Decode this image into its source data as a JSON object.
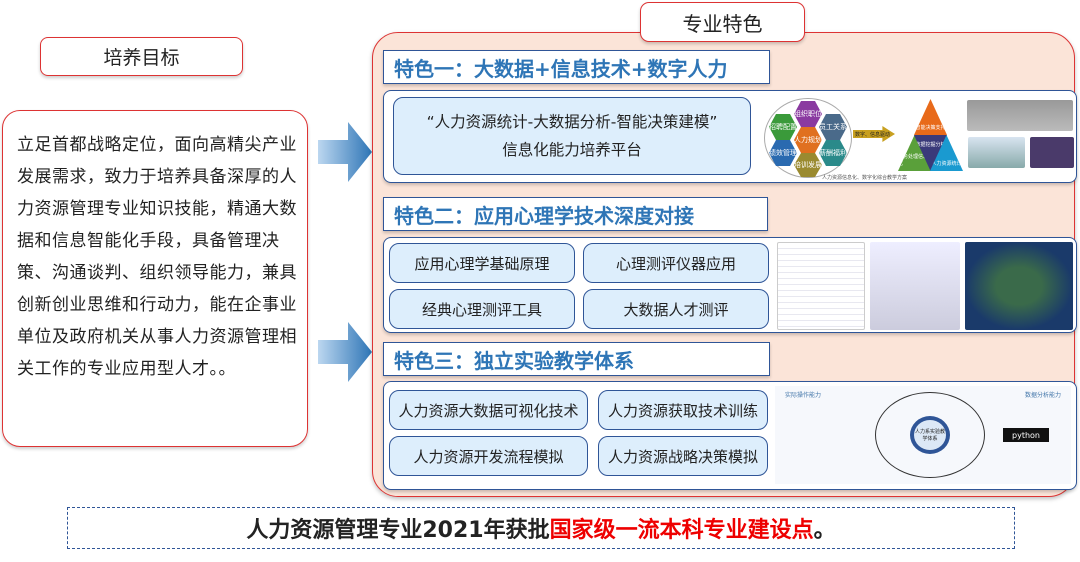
{
  "goal": {
    "title": "培养目标",
    "text": "立足首都战略定位，面向高精尖产业发展需求，致力于培养具备深厚的人力资源管理专业知识技能，精通大数据和信息智能化手段，具备管理决策、沟通谈判、组织领导能力，兼具创新创业思维和行动力，能在企事业单位及政府机关从事人力资源管理相关工作的专业应用型人才。。"
  },
  "features": {
    "title": "专业特色",
    "sections": [
      {
        "head": "特色一：大数据+信息技术+数字人力",
        "platform_line1": "“人力资源统计-大数据分析-智能决策建模”",
        "platform_line2": "信息化能力培养平台",
        "hex_labels": [
          "组织职位",
          "员工关系",
          "薪酬福利",
          "培训发展",
          "绩效管理",
          "招聘配置",
          "人力规划"
        ],
        "arrow_label": "数字、信息驱动",
        "triangle_labels": [
          "智能决策支持",
          "数据挖掘分析",
          "业务处理信息化",
          "人力资源统计"
        ],
        "caption": "人力资源信息化、数字化综合教学方案"
      },
      {
        "head": "特色二：应用心理学技术深度对接",
        "items": [
          "应用心理学基础原理",
          "心理测评仪器应用",
          "经典心理测评工具",
          "大数据人才测评"
        ]
      },
      {
        "head": "特色三：独立实验教学体系",
        "items": [
          "人力资源大数据可视化技术",
          "人力资源获取技术训练",
          "人力资源开发流程模拟",
          "人力资源战略决策模拟"
        ],
        "diagram": {
          "center": "人力系实验教学体系",
          "left_title": "实际操作能力",
          "right_title": "数据分析能力",
          "python": "python"
        }
      }
    ]
  },
  "bottom": {
    "black": "人力资源管理专业2021年获批",
    "red": "国家级一流本科专业建设点",
    "end": "。"
  },
  "colors": {
    "red": "#dd3333",
    "blue": "#2f5597",
    "title_blue": "#2e75b6",
    "panel": "#fbe4d8"
  }
}
